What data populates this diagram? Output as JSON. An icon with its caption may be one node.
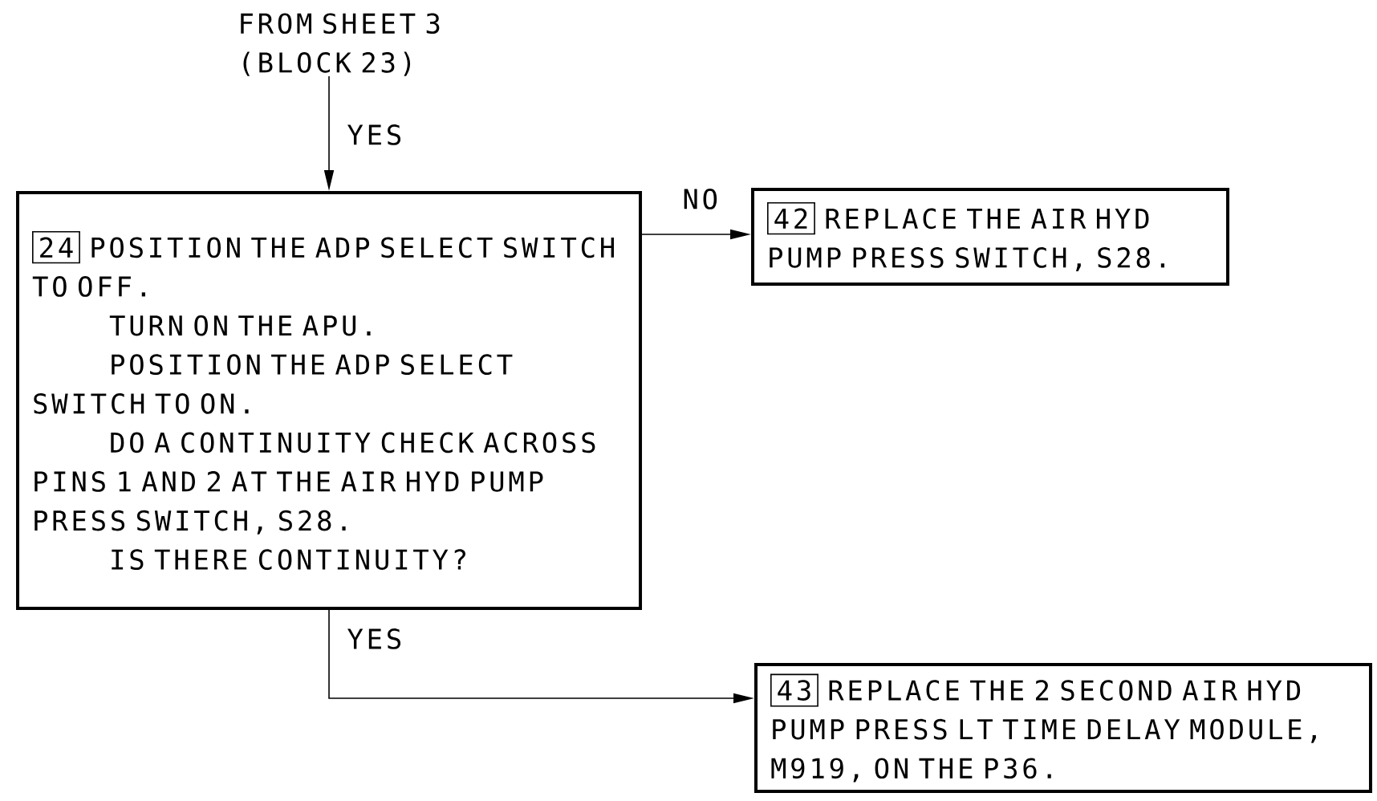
{
  "diagram": {
    "nodes": [
      {
        "text": [
          "FROM SHEET 3 (BLOCK 23)"
        ]
      },
      {
        "text": [
          "24",
          "POSITION THE ADP SELECT SWITCH TO OFF.",
          "TURN ON THE APU.",
          "POSITION THE ADP SELECT SWITCH TO ON.",
          "DO A CONTINUITY CHECK ACROSS PINS 1 AND 2 AT THE AIR HYD PUMP PRESS SWITCH, S28.",
          "IS THERE CONTINUITY?"
        ]
      },
      {
        "text": [
          "42",
          "REPLACE THE AIR HYD PUMP PRESS SWITCH, S28."
        ]
      },
      {
        "text": [
          "43",
          "REPLACE THE 2 SECOND AIR HYD PUMP PRESS LT TIME DELAY MODULE, M919, ON THE P36."
        ]
      }
    ],
    "edges": [
      {
        "from": 0,
        "to": 1,
        "arrow": "to",
        "label": "YES"
      },
      {
        "from": 1,
        "to": 2,
        "arrow": "to",
        "label": "NO"
      },
      {
        "from": 1,
        "to": 3,
        "arrow": "to",
        "label": "YES"
      }
    ]
  }
}
